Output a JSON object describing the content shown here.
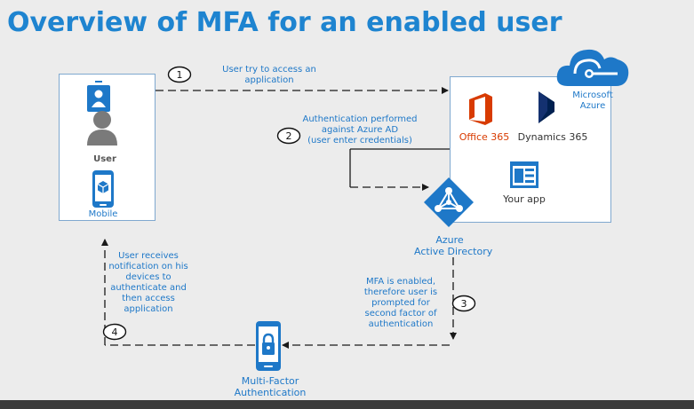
{
  "title": "Overview of MFA for an enabled user",
  "left_panel": {
    "user_label": "User",
    "mobile_label": "Mobile"
  },
  "right_panel": {
    "microsoft_azure_line1": "Microsoft",
    "microsoft_azure_line2": "Azure",
    "office_label": "Office 365",
    "dynamics_label": "Dynamics 365",
    "your_app_label": "Your app"
  },
  "azure_ad": {
    "line1": "Azure",
    "line2": "Active Directory"
  },
  "mfa": {
    "line1": "Multi-Factor",
    "line2": "Authentication"
  },
  "steps": [
    {
      "number": "1",
      "lines": [
        "User try to access an",
        "application"
      ]
    },
    {
      "number": "2",
      "lines": [
        "Authentication performed",
        "against Azure AD",
        "(user enter credentials)"
      ]
    },
    {
      "number": "3",
      "lines": [
        "MFA is enabled,",
        "therefore user is",
        "prompted for",
        "second factor of",
        "authentication"
      ]
    },
    {
      "number": "4",
      "lines": [
        "User receives",
        "notification on his",
        "devices to",
        "authenticate and",
        "then access",
        "application"
      ]
    }
  ],
  "colors": {
    "title_blue": "#1e84d0",
    "azure_blue": "#1e78c8",
    "office_orange": "#d83b01",
    "dynamics_navy": "#002050",
    "background": "#ececec"
  },
  "icons": [
    "badge-icon",
    "user-silhouette-icon",
    "mobile-phone-icon",
    "azure-cloud-icon",
    "office-365-icon",
    "dynamics-365-icon",
    "your-app-icon",
    "azure-ad-icon",
    "mfa-phone-icon"
  ]
}
